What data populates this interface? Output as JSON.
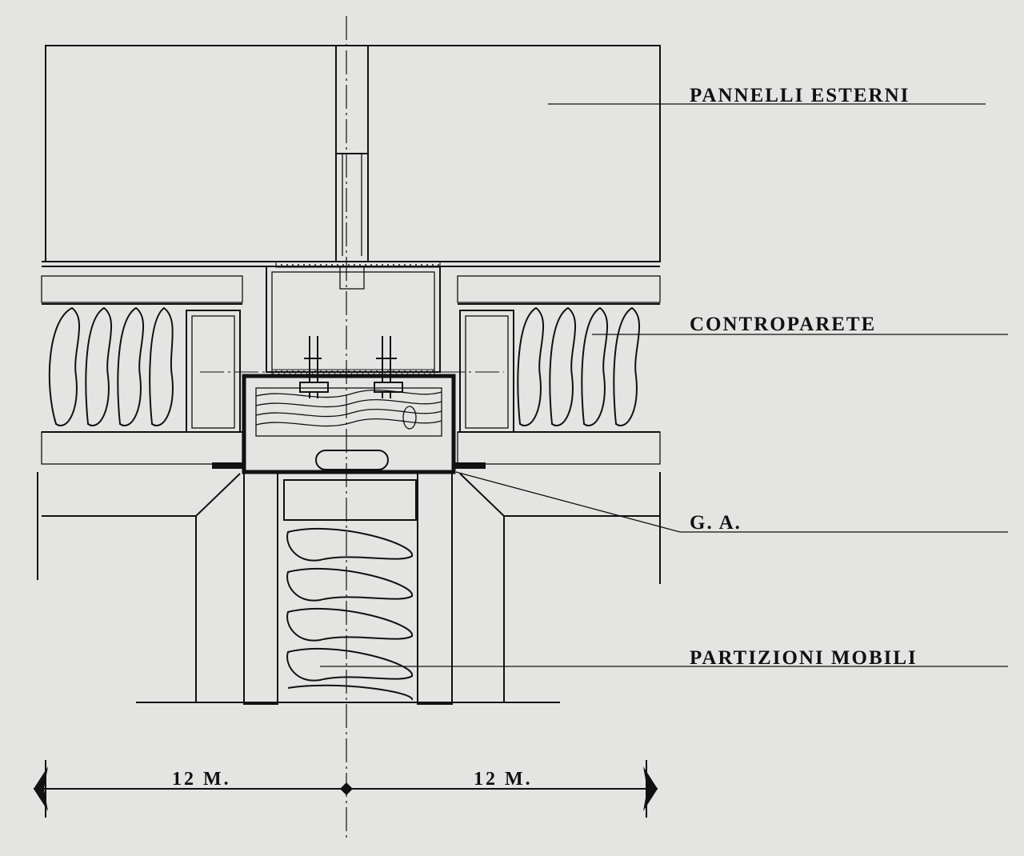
{
  "labels": {
    "external_panels": "PANNELLI ESTERNI",
    "counter_wall": "CONTROPARETE",
    "ga": "G. A.",
    "movable_partitions": "PARTIZIONI MOBILI"
  },
  "dimensions": {
    "left": "12 M.",
    "right": "12 M."
  },
  "colors": {
    "paper": "#e4e4e2",
    "ink": "#111111"
  }
}
